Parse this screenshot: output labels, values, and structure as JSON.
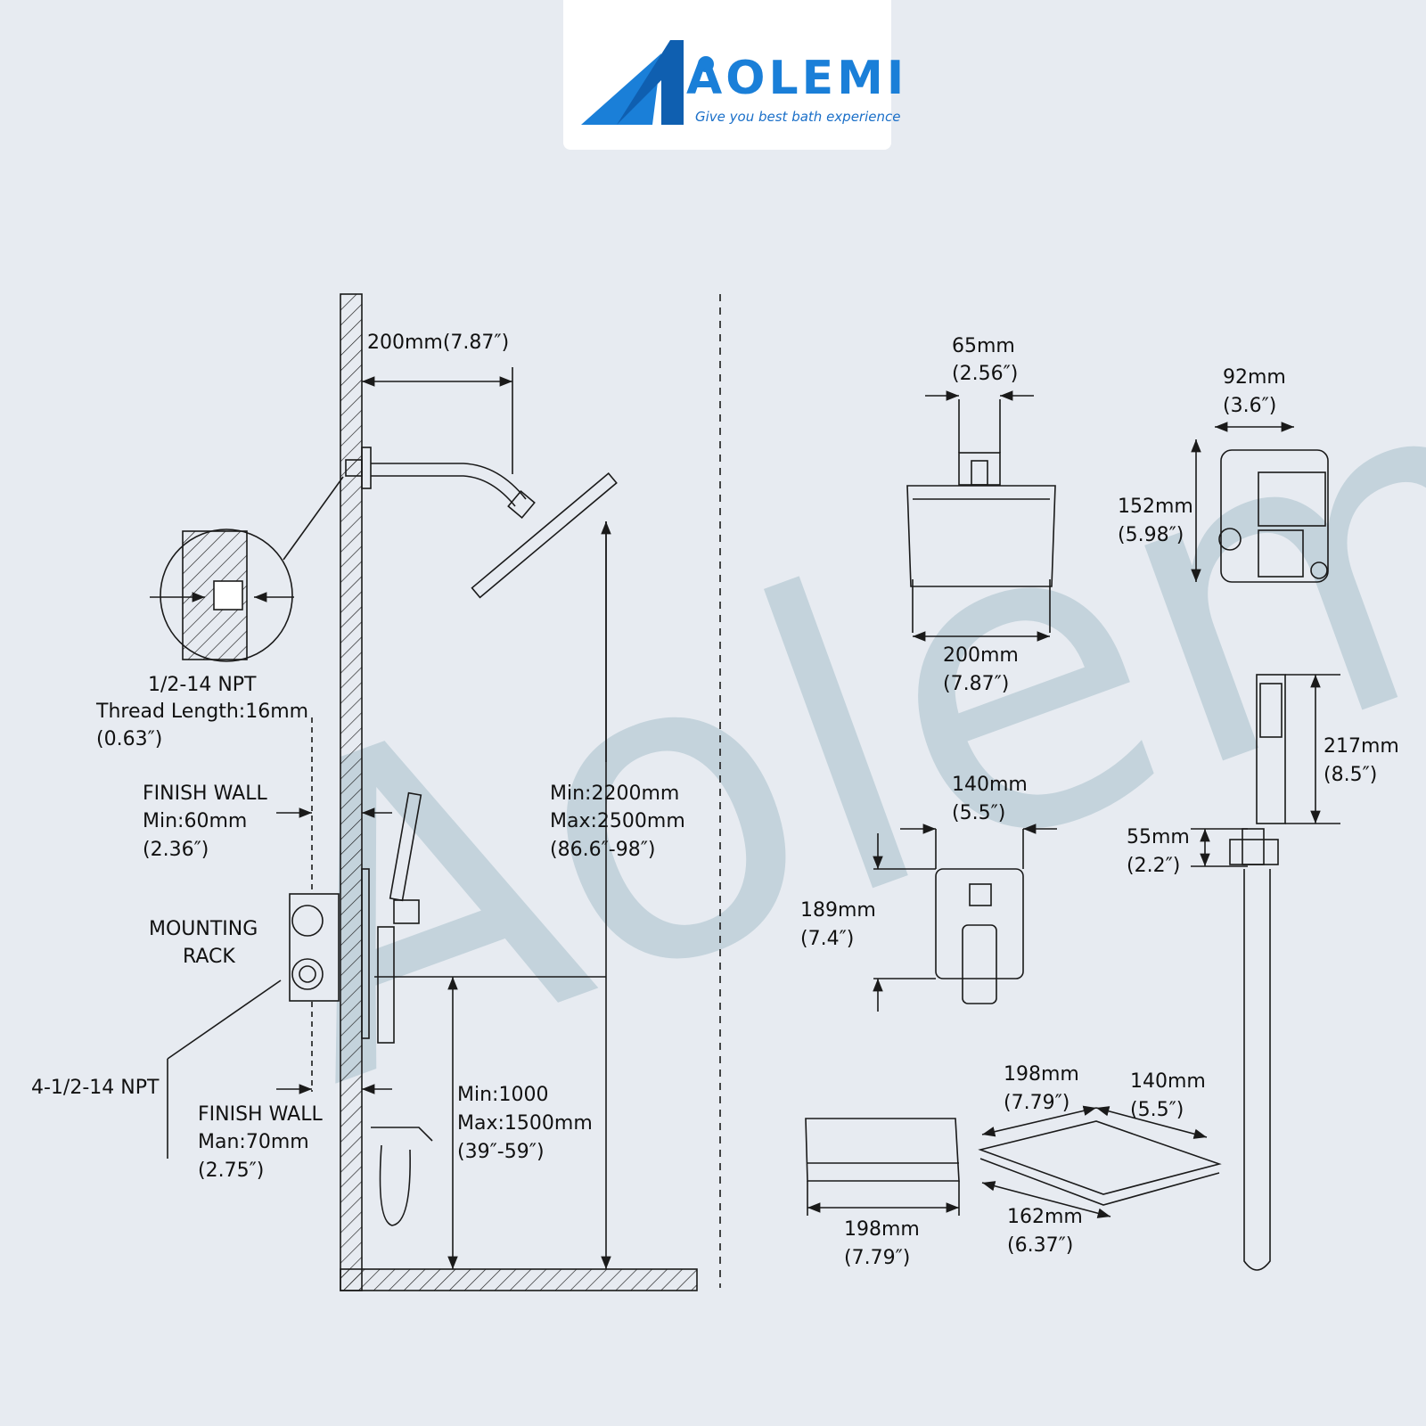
{
  "brand": {
    "name": "AOLEMI",
    "tagline": "Give you best bath experience",
    "watermark": "Aolemi",
    "colors": {
      "primary": "#1a7fd8",
      "background": "#e7ebf1",
      "watermark": "#b9ccd6",
      "line": "#1a1a1a"
    }
  },
  "left": {
    "arm_length": "200mm(7.87″)",
    "npt_top": [
      "1/2-14 NPT",
      "Thread Length:16mm",
      "(0.63″)"
    ],
    "finish_wall_1": [
      "FINISH WALL",
      "Min:60mm",
      "(2.36″)"
    ],
    "mounting_rack": [
      "MOUNTING",
      "RACK"
    ],
    "npt_bottom": "4-1/2-14 NPT",
    "finish_wall_2": [
      "FINISH WALL",
      "Man:70mm",
      "(2.75″)"
    ],
    "head_height": [
      "Min:2200mm",
      "Max:2500mm",
      "(86.6″-98″)"
    ],
    "valve_height": [
      "Min:1000",
      "Max:1500mm",
      "(39″-59″)"
    ]
  },
  "right": {
    "head_neck": [
      "65mm",
      "(2.56″)"
    ],
    "head_width": [
      "200mm",
      "(7.87″)"
    ],
    "valve_width": [
      "92mm",
      "(3.6″)"
    ],
    "valve_height": [
      "152mm",
      "(5.98″)"
    ],
    "plate_width": [
      "140mm",
      "(5.5″)"
    ],
    "plate_height": [
      "189mm",
      "(7.4″)"
    ],
    "hand_length": [
      "217mm",
      "(8.5″)"
    ],
    "bracket": [
      "55mm",
      "(2.2″)"
    ],
    "spout_front": [
      "198mm",
      "(7.79″)"
    ],
    "spout_top": [
      "198mm",
      "(7.79″)"
    ],
    "spout_depth": [
      "140mm",
      "(5.5″)"
    ],
    "spout_bottom": [
      "162mm",
      "(6.37″)"
    ]
  }
}
